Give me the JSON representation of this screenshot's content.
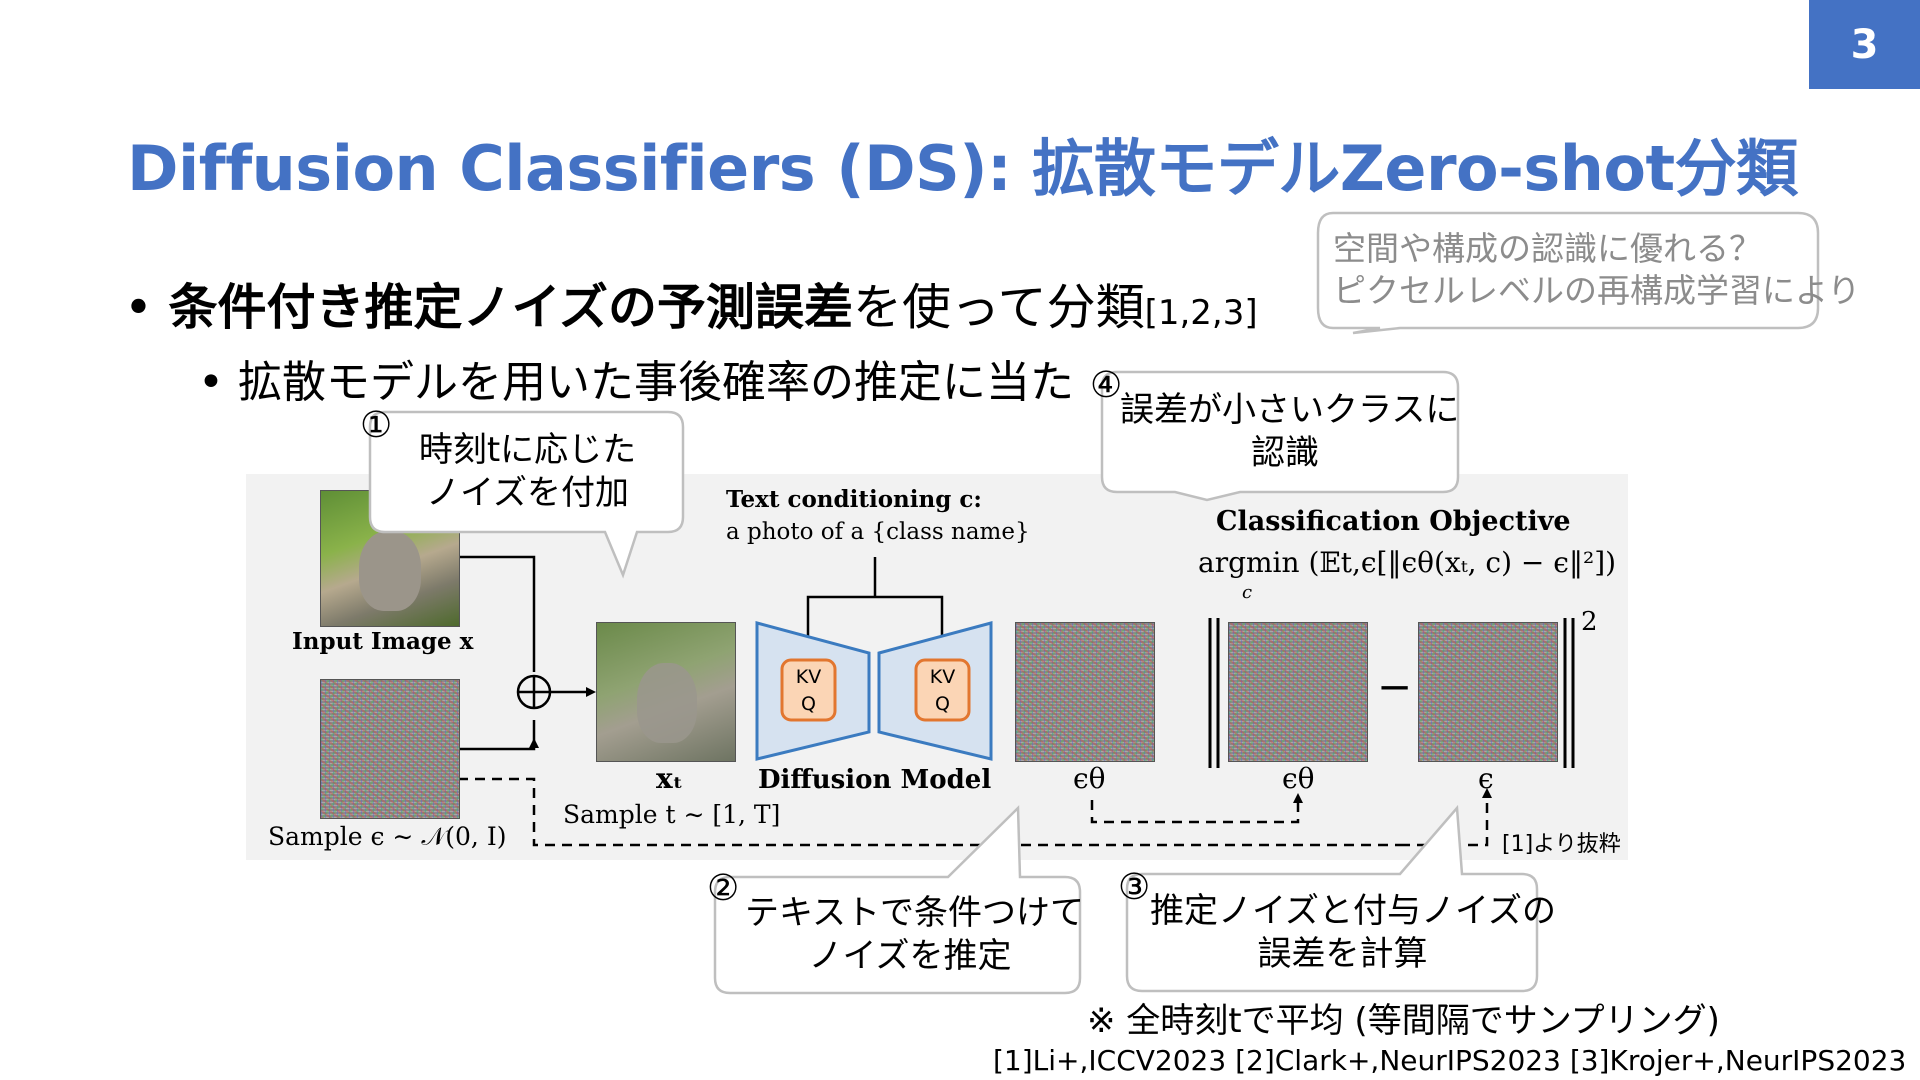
{
  "page_number": "3",
  "title": "Diffusion Classifiers (DS): 拡散モデルZero-shot分類",
  "bullets": {
    "b1_bold": "条件付き推定ノイズの予測誤差",
    "b1_rest": "を使って分類",
    "b1_ref": "[1,2,3]",
    "b2": "拡散モデルを用いた事後確率の推定に当たる"
  },
  "note": {
    "line1": "空間や構成の認識に優れる？",
    "line2": "ピクセルレベルの再構成学習により"
  },
  "callouts": {
    "c1_num": "①",
    "c1_line1": "時刻tに応じた",
    "c1_line2": "ノイズを付加",
    "c2_num": "②",
    "c2_line1": "テキストで条件つけて",
    "c2_line2": "ノイズを推定",
    "c3_num": "③",
    "c3_line1": "推定ノイズと付与ノイズの",
    "c3_line2": "誤差を計算",
    "c4_num": "④",
    "c4_line1": "誤差が小さいクラスに",
    "c4_line2": "認識"
  },
  "figure": {
    "input_image_label": "Input Image x",
    "sample_eps_label": "Sample ϵ ∼ 𝒩(0, I)",
    "xt_label": "xₜ",
    "sample_t_label": "Sample t ∼ [1, T]",
    "text_cond_label": "Text conditioning c:",
    "text_cond_prompt": "a photo of a {class name}",
    "kv_label": "KV",
    "q_label": "Q",
    "diffusion_model_label": "Diffusion Model",
    "eps_theta_label": "ϵθ",
    "eps_label": "ϵ",
    "objective_title": "Classification Objective",
    "objective_formula": "argmin (𝔼t,ϵ[‖ϵθ(xₜ, c) − ϵ‖²])",
    "objective_sub": "c",
    "minus": "−",
    "exponent": "2",
    "source": "[1]より抜粋"
  },
  "footnote": "※ 全時刻tで平均 (等間隔でサンプリング)",
  "references": "[1]Li+,ICCV2023 [2]Clark+,NeurIPS2023 [3]Krojer+,NeurIPS2023",
  "colors": {
    "accent": "#4472C4",
    "unet_fill": "#D6E2F0",
    "unet_stroke": "#3B7BC0",
    "kv_fill": "#FBD5B5",
    "kv_stroke": "#E2762F",
    "figure_bg": "#F2F2F2",
    "note_text": "#8c8c8c"
  }
}
